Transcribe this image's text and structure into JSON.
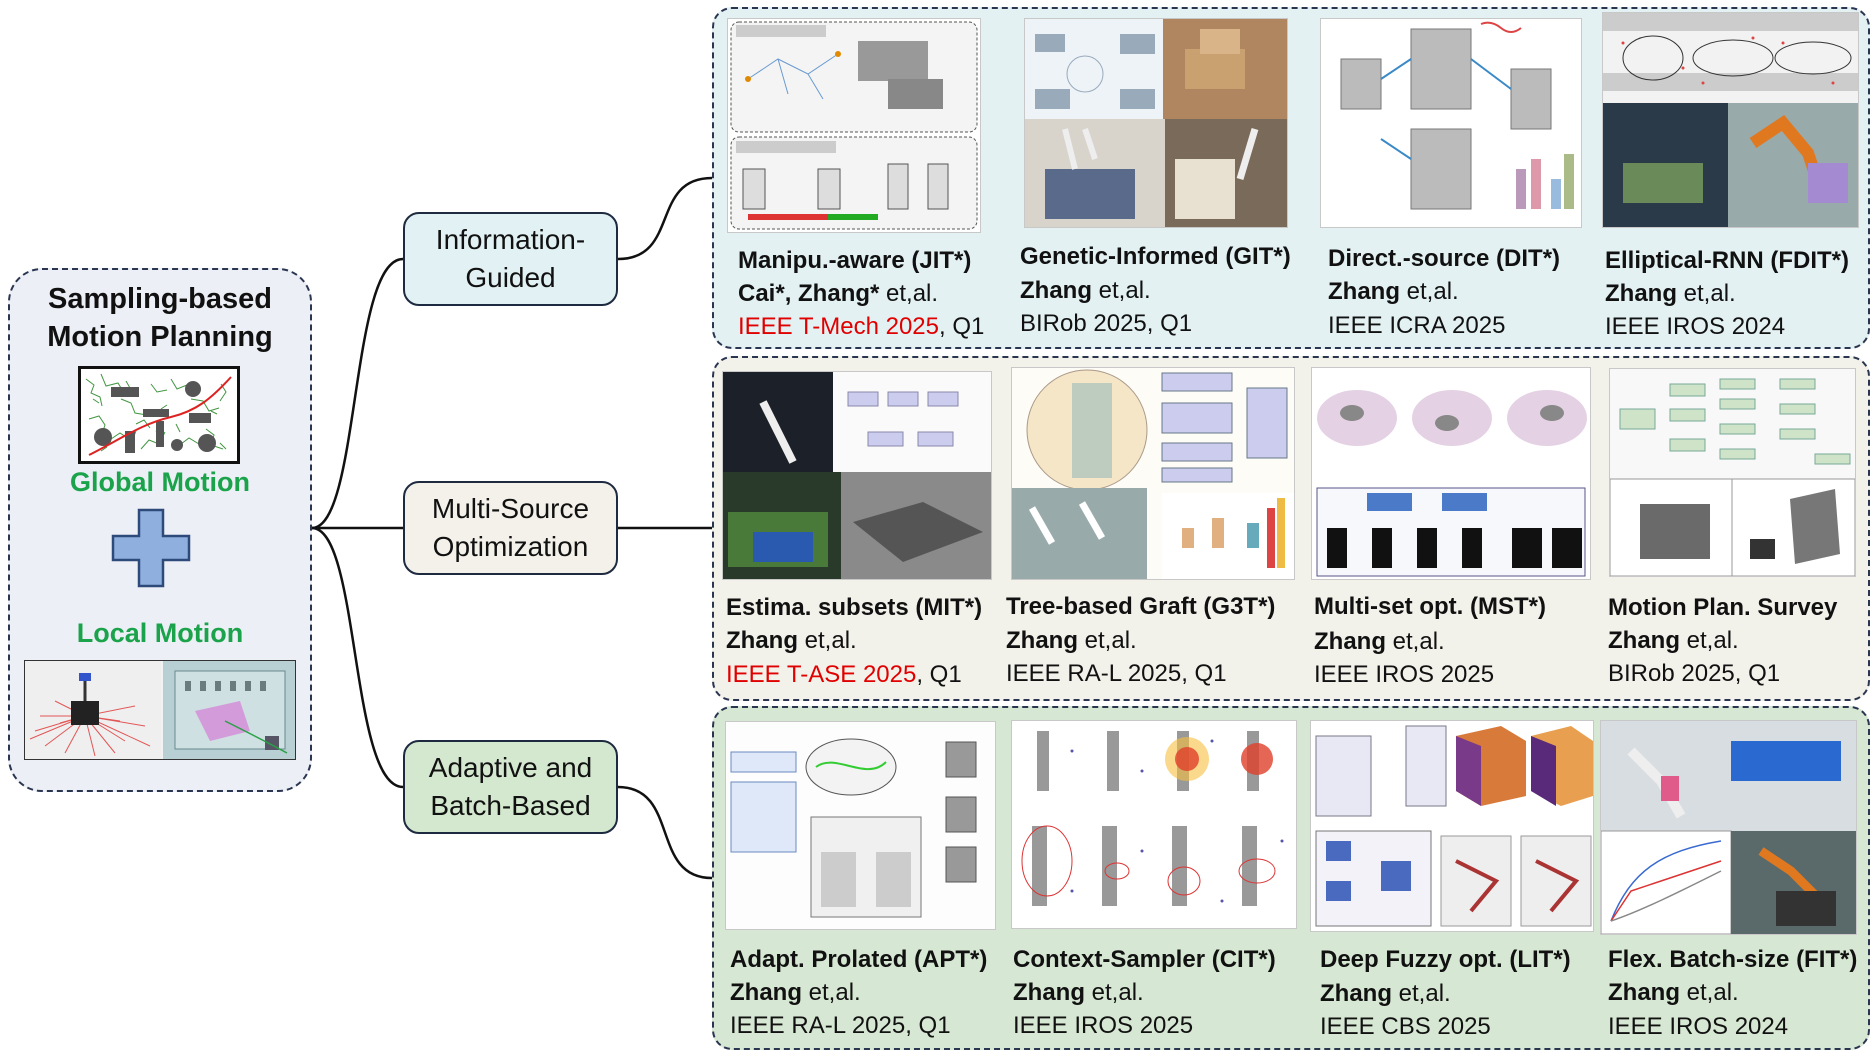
{
  "root": {
    "title_line1": "Sampling-based",
    "title_line2": "Motion Planning",
    "global_label": "Global Motion",
    "local_label": "Local Motion"
  },
  "categories": [
    {
      "line1": "Information-",
      "line2": "Guided"
    },
    {
      "line1": "Multi-Source",
      "line2": "Optimization"
    },
    {
      "line1": "Adaptive and",
      "line2": "Batch-Based"
    }
  ],
  "colors": {
    "green_label": "#1aa34a",
    "red_venue": "#e00000",
    "info_bg": "#e3f1f3",
    "multi_bg": "#f2f1ea",
    "adapt_bg": "#d6e8d3"
  },
  "rows": [
    {
      "cards": [
        {
          "title": "Manipu.-aware (JIT*)",
          "authors_bold": "Cai*, Zhang*",
          "authors_rest": " et,al.",
          "venue_red": "IEEE T-Mech 2025",
          "venue_rest": ", Q1"
        },
        {
          "title": "Genetic-Informed (GIT*)",
          "authors_bold": "Zhang",
          "authors_rest": " et,al.",
          "venue_red": "",
          "venue_rest": "BIRob 2025, Q1"
        },
        {
          "title": "Direct.-source (DIT*)",
          "authors_bold": "Zhang",
          "authors_rest": " et,al.",
          "venue_red": "",
          "venue_rest": "IEEE ICRA 2025"
        },
        {
          "title": "Elliptical-RNN (FDIT*)",
          "authors_bold": "Zhang",
          "authors_rest": " et,al.",
          "venue_red": "",
          "venue_rest": "IEEE IROS 2024"
        }
      ]
    },
    {
      "cards": [
        {
          "title": "Estima. subsets (MIT*)",
          "authors_bold": "Zhang",
          "authors_rest": " et,al.",
          "venue_red": "IEEE T-ASE 2025",
          "venue_rest": ", Q1"
        },
        {
          "title": "Tree-based Graft (G3T*)",
          "authors_bold": "Zhang",
          "authors_rest": " et,al.",
          "venue_red": "",
          "venue_rest": "IEEE RA-L 2025, Q1"
        },
        {
          "title": "Multi-set opt. (MST*)",
          "authors_bold": "Zhang",
          "authors_rest": " et,al.",
          "venue_red": "",
          "venue_rest": "IEEE IROS 2025"
        },
        {
          "title": "Motion Plan. Survey",
          "authors_bold": "Zhang",
          "authors_rest": " et,al.",
          "venue_red": "",
          "venue_rest": "BIRob 2025, Q1"
        }
      ]
    },
    {
      "cards": [
        {
          "title": "Adapt. Prolated (APT*)",
          "authors_bold": "Zhang",
          "authors_rest": " et,al.",
          "venue_red": "",
          "venue_rest": "IEEE RA-L 2025, Q1"
        },
        {
          "title": "Context-Sampler (CIT*)",
          "authors_bold": "Zhang",
          "authors_rest": " et,al.",
          "venue_red": "",
          "venue_rest": "IEEE IROS 2025"
        },
        {
          "title": "Deep Fuzzy opt. (LIT*)",
          "authors_bold": "Zhang",
          "authors_rest": " et,al.",
          "venue_red": "",
          "venue_rest": "IEEE CBS 2025"
        },
        {
          "title": "Flex. Batch-size (FIT*)",
          "authors_bold": "Zhang",
          "authors_rest": " et,al.",
          "venue_red": "",
          "venue_rest": "IEEE IROS 2024"
        }
      ]
    }
  ]
}
